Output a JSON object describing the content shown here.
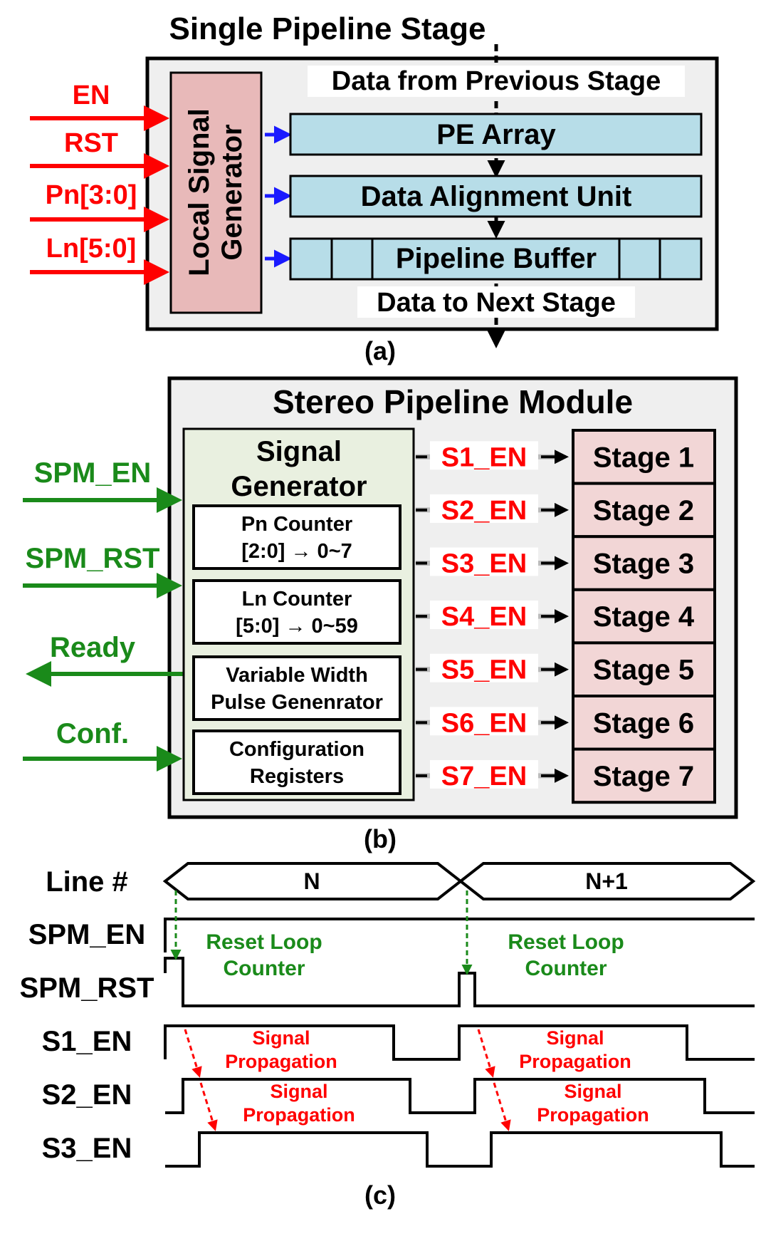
{
  "colors": {
    "red": "#ff0000",
    "green": "#1a8a1a",
    "blue": "#1a1aff",
    "box_fill": "#efefef",
    "lsg_fill": "#e8b9b9",
    "pe_fill": "#b7dde8",
    "sg_fill": "#e9f0e0",
    "stage_fill": "#f2d6d6"
  },
  "panel_a": {
    "title": "Single Pipeline Stage",
    "caption": "(a)",
    "inputs": [
      "EN",
      "RST",
      "Pn[3:0]",
      "Ln[5:0]"
    ],
    "local_signal_generator": [
      "Local Signal",
      "Generator"
    ],
    "data_from": "Data from Previous Stage",
    "pe_array": "PE Array",
    "alignment": "Data Alignment Unit",
    "buffer": "Pipeline Buffer",
    "data_to": "Data to Next Stage"
  },
  "panel_b": {
    "title": "Stereo Pipeline Module",
    "caption": "(b)",
    "left_signals": [
      "SPM_EN",
      "SPM_RST",
      "Ready",
      "Conf."
    ],
    "signal_generator": [
      "Signal",
      "Generator"
    ],
    "blocks": [
      [
        "Pn Counter",
        "[2:0] → 0~7"
      ],
      [
        "Ln Counter",
        "[5:0] → 0~59"
      ],
      [
        "Variable Width",
        "Pulse Genenrator"
      ],
      [
        "Configuration",
        "Registers"
      ]
    ],
    "enables": [
      "S1_EN",
      "S2_EN",
      "S3_EN",
      "S4_EN",
      "S5_EN",
      "S6_EN",
      "S7_EN"
    ],
    "stages": [
      "Stage 1",
      "Stage 2",
      "Stage 3",
      "Stage 4",
      "Stage 5",
      "Stage 6",
      "Stage 7"
    ]
  },
  "panel_c": {
    "caption": "(c)",
    "rows": [
      "Line #",
      "SPM_EN",
      "SPM_RST",
      "S1_EN",
      "S2_EN",
      "S3_EN"
    ],
    "lines": [
      "N",
      "N+1"
    ],
    "reset_note": [
      "Reset Loop",
      "Counter"
    ],
    "propagation_note": [
      "Signal",
      "Propagation"
    ]
  }
}
